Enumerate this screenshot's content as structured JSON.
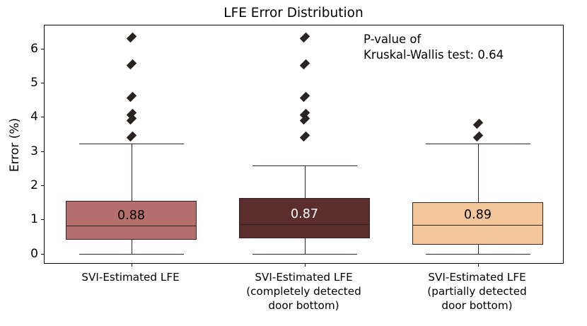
{
  "chart_data": {
    "type": "box",
    "title": "LFE Error Distribution",
    "xlabel": "",
    "ylabel": "Error (%)",
    "ylim": [
      -0.32,
      6.68
    ],
    "yticks": [
      0,
      1,
      2,
      3,
      4,
      5,
      6
    ],
    "ytick_labels": [
      "0",
      "1",
      "2",
      "3",
      "4",
      "5",
      "6"
    ],
    "grid": false,
    "legend": "none",
    "annotation": "P-value of\nKruskal-Wallis test: 0.64",
    "annotation_pvalue": "0.64",
    "categories": [
      "SVI-Estimated LFE",
      "SVI-Estimated LFE\n(completely detected\ndoor bottom)",
      "SVI-Estimated LFE\n(partially detected\ndoor bottom)"
    ],
    "boxes": [
      {
        "name": "SVI-Estimated LFE",
        "label_line1": "SVI-Estimated LFE",
        "label_line2": "",
        "label_line3": "",
        "color": "#b5706e",
        "edge_color": "#322222",
        "median_label": "0.88",
        "median_label_color": "#000000",
        "whisker_low": 0.0,
        "q1": 0.4,
        "median": 0.82,
        "q3": 1.55,
        "whisker_high": 3.22,
        "outliers": [
          6.33,
          5.55,
          4.58,
          4.1,
          3.92,
          3.42
        ]
      },
      {
        "name": "SVI-Estimated LFE (completely detected door bottom)",
        "label_line1": "SVI-Estimated LFE",
        "label_line2": "(completely detected",
        "label_line3": "door bottom)",
        "color": "#5b2d2d",
        "edge_color": "#322222",
        "median_label": "0.87",
        "median_label_color": "#ffffff",
        "whisker_low": 0.0,
        "q1": 0.45,
        "median": 0.86,
        "q3": 1.63,
        "whisker_high": 2.58,
        "outliers": [
          6.33,
          5.55,
          4.58,
          4.1,
          3.92,
          3.42
        ]
      },
      {
        "name": "SVI-Estimated LFE (partially detected door bottom)",
        "label_line1": "SVI-Estimated LFE",
        "label_line2": "(partially detected",
        "label_line3": "door bottom)",
        "color": "#f2c69a",
        "edge_color": "#322222",
        "median_label": "0.89",
        "median_label_color": "#000000",
        "whisker_low": 0.0,
        "q1": 0.25,
        "median": 0.83,
        "q3": 1.5,
        "whisker_high": 3.22,
        "outliers": [
          3.8,
          3.42
        ]
      }
    ]
  }
}
